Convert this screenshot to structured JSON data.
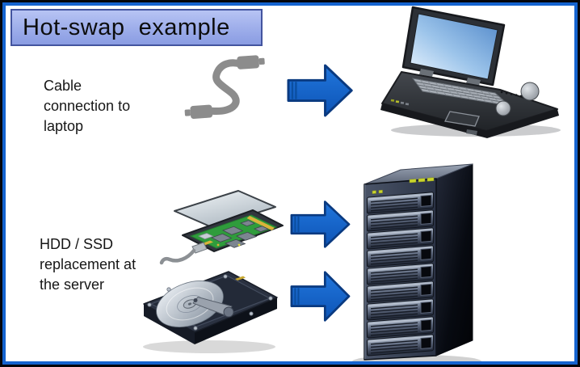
{
  "slide": {
    "title": "Hot-swap  example"
  },
  "sections": [
    {
      "name": "cable-to-laptop",
      "label": "Cable\nconnection to\nlaptop",
      "source_icon": "usb-cable-icon",
      "arrow_icon": "arrow-right-icon",
      "target_icon": "laptop-icon"
    },
    {
      "name": "storage-to-server",
      "label": "HDD / SSD\nreplacement at\nthe server",
      "source_icons": [
        "ssd-icon",
        "hdd-icon"
      ],
      "arrow_icons": [
        "arrow-right-icon",
        "arrow-right-icon"
      ],
      "target_icon": "server-rack-icon"
    }
  ],
  "colors": {
    "frame_blue": "#1463cf",
    "frame_outline": "#04060b",
    "title_gradient_top": "#b7c4f4",
    "title_gradient_bottom": "#8a9ce2",
    "title_border": "#43549f",
    "arrow_fill": "#1266cc",
    "arrow_outline": "#0a3a80",
    "cable_gray": "#8c8c8c",
    "pcb_green": "#2f9c3c",
    "led_yellow_green": "#c9d42c",
    "text": "#161616"
  }
}
